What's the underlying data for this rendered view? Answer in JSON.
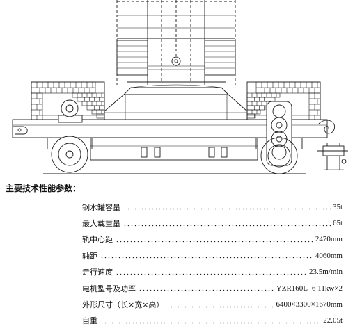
{
  "heading": "主要技术性能参数：",
  "specs": [
    {
      "label": "钢水罐容量",
      "value": "35t"
    },
    {
      "label": "最大载重量",
      "value": "65t"
    },
    {
      "label": "轨中心距",
      "value": "2470mm"
    },
    {
      "label": "轴距",
      "value": "4060mm"
    },
    {
      "label": "走行速度",
      "value": "23.5m/min"
    },
    {
      "label": "电机型号及功率",
      "value": "YZR160L -6 11kw×2"
    },
    {
      "label": "外形尺寸（长×宽×高）",
      "value": "6400×3300×1670mm"
    },
    {
      "label": "自重",
      "value": "22.05t"
    }
  ]
}
